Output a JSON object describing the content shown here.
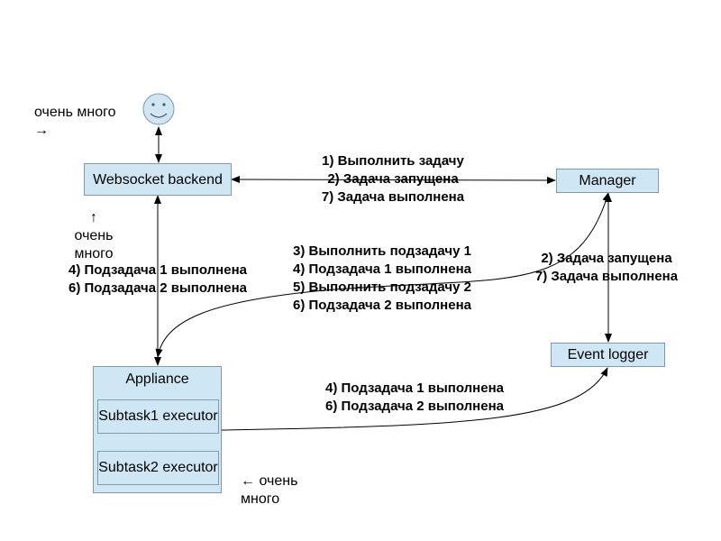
{
  "nodes": {
    "websocket_backend": "Websocket backend",
    "manager": "Manager",
    "event_logger": "Event logger",
    "appliance": "Appliance",
    "subtask1_executor": "Subtask1 executor",
    "subtask2_executor": "Subtask2 executor"
  },
  "notes": {
    "user_many": [
      "очень много",
      "→"
    ],
    "backend_many": [
      "↑",
      "очень",
      "много"
    ],
    "subtask_many": [
      "← очень",
      "много"
    ]
  },
  "messages": {
    "backend_manager": [
      "1) Выполнить задачу",
      "2) Задача запущена",
      "7) Задача выполнена"
    ],
    "backend_appliance": [
      "4) Подзадача 1 выполнена",
      "6) Подзадача 2 выполнена"
    ],
    "manager_appliance": [
      "3) Выполнить подзадачу 1",
      "4) Подзадача 1 выполнена",
      "5) Выполнить подзадачу 2",
      "6) Подзадача 2 выполнена"
    ],
    "manager_logger": [
      "2) Задача запущена",
      "7) Задача выполнена"
    ],
    "appliance_logger": [
      "4) Подзадача 1 выполнена",
      "6) Подзадача 2 выполнена"
    ]
  },
  "colors": {
    "box_fill": "#cfe7f5",
    "box_border": "#7f99ad",
    "user_face": "#cfe7f5"
  },
  "icons": [
    "smiley-user-icon"
  ]
}
